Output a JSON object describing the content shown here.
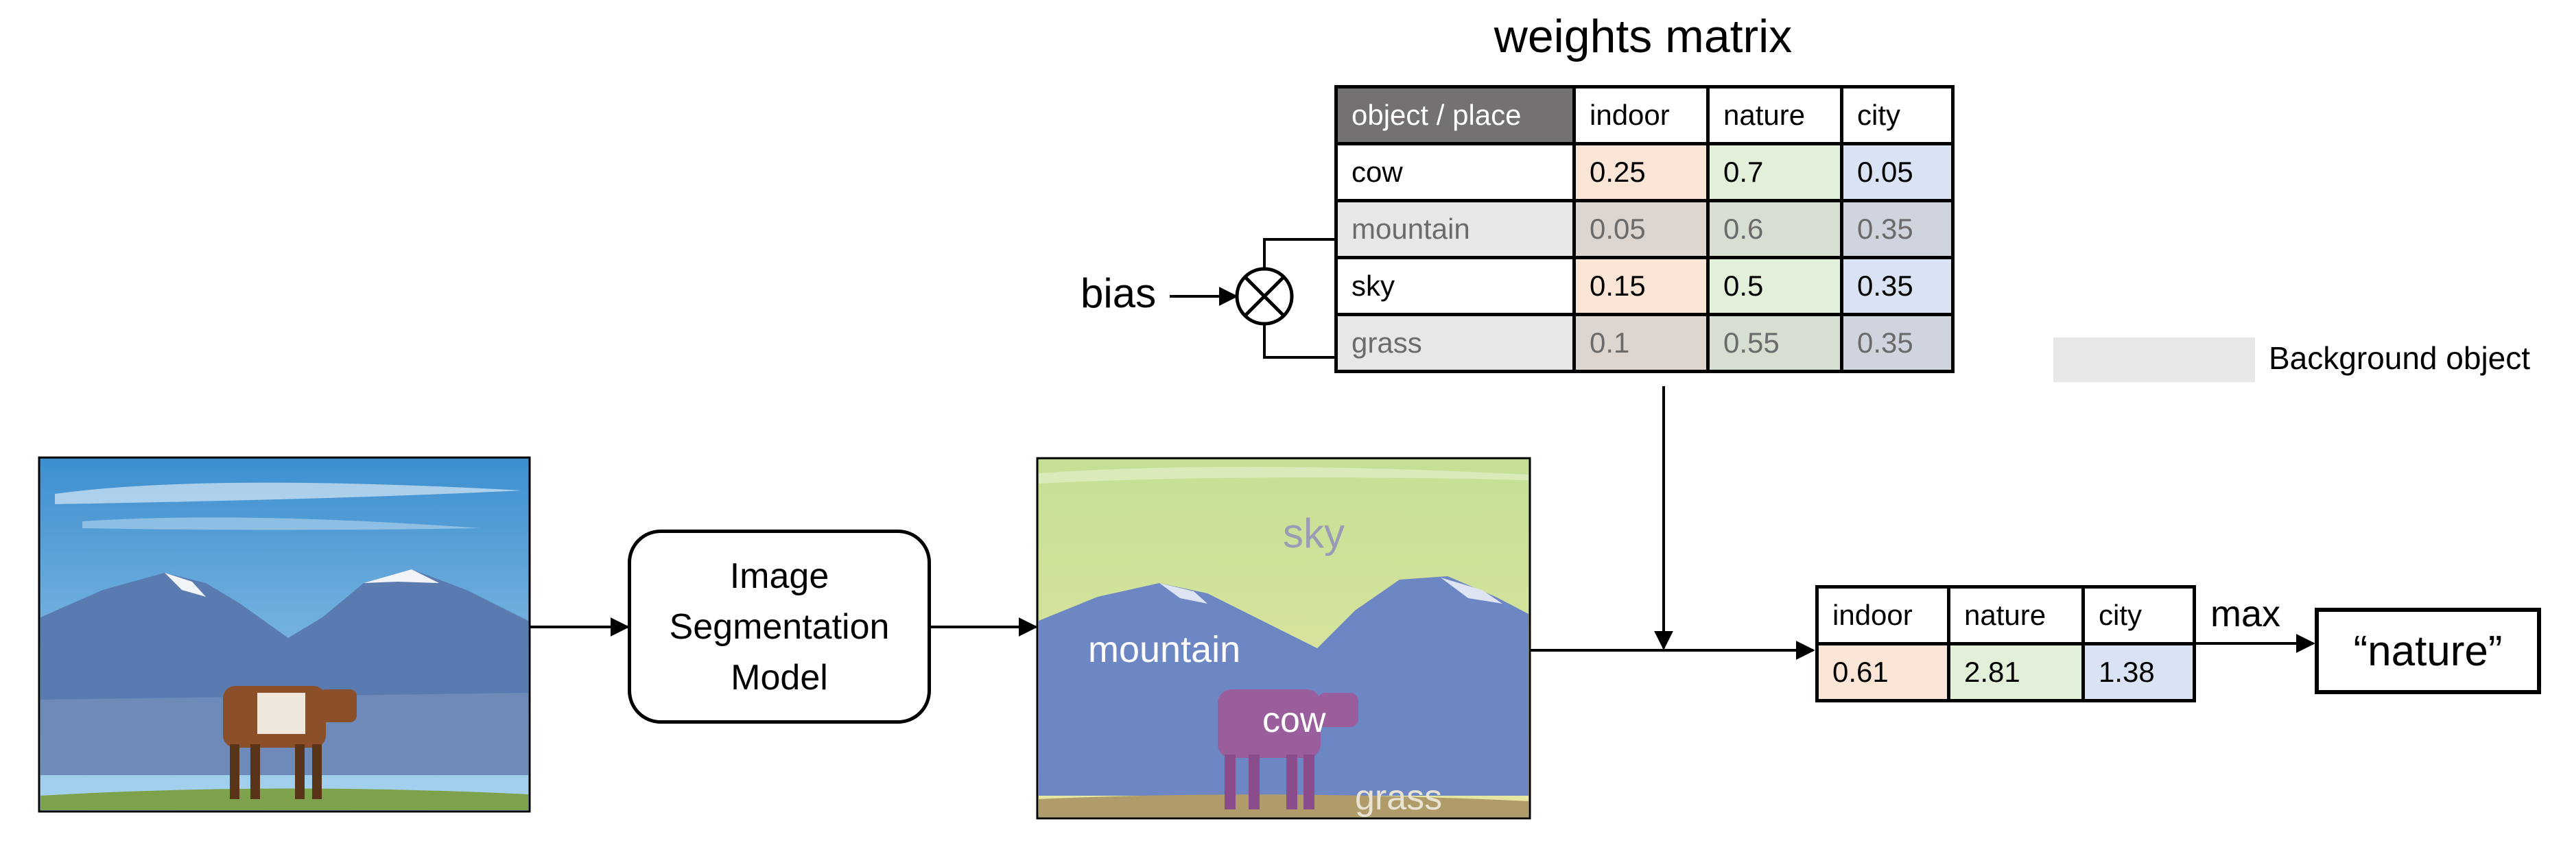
{
  "colors": {
    "header_dark": "#767171",
    "indoor": "#fbe5d6",
    "nature": "#e2f0d9",
    "city": "#dae3f3",
    "background_object": "#e6e7e6"
  },
  "weights_matrix": {
    "title": "weights matrix",
    "header": [
      "object / place",
      "indoor",
      "nature",
      "city"
    ],
    "rows": [
      {
        "object": "cow",
        "indoor": "0.25",
        "nature": "0.7",
        "city": "0.05",
        "background": false
      },
      {
        "object": "mountain",
        "indoor": "0.05",
        "nature": "0.6",
        "city": "0.35",
        "background": true
      },
      {
        "object": "sky",
        "indoor": "0.15",
        "nature": "0.5",
        "city": "0.35",
        "background": false
      },
      {
        "object": "grass",
        "indoor": "0.1",
        "nature": "0.55",
        "city": "0.35",
        "background": true
      }
    ]
  },
  "bias_label": "bias",
  "model_box": {
    "lines": [
      "Image",
      "Segmentation",
      "Model"
    ]
  },
  "segmentation_labels": {
    "sky": "sky",
    "mountain": "mountain",
    "cow": "cow",
    "grass": "grass"
  },
  "scores": {
    "header": [
      "indoor",
      "nature",
      "city"
    ],
    "values": [
      "0.61",
      "2.81",
      "1.38"
    ]
  },
  "max_label": "max",
  "result": "“nature”",
  "legend": {
    "label": "Background object"
  },
  "icons": {
    "multiply": "circled-times-icon",
    "input_photo": "cow-photo",
    "segmented_photo": "segmentation-overlay"
  }
}
